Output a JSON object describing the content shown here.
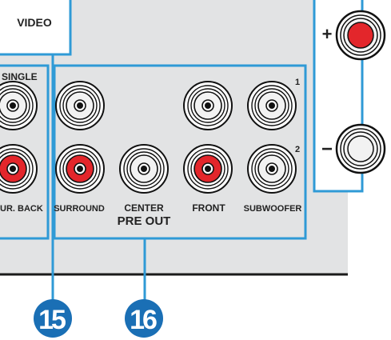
{
  "panel": {
    "video_label": "VIDEO",
    "single_label": "SINGLE",
    "sur_back_label": "UR. BACK",
    "plus_label": "+",
    "minus_label": "−"
  },
  "pre_out": {
    "group_label": "PRE OUT",
    "row1_number": "1",
    "row2_number": "2",
    "jacks": {
      "surround": "SURROUND",
      "center": "CENTER",
      "front": "FRONT",
      "subwoofer": "SUBWOOFER"
    }
  },
  "callouts": [
    "15",
    "16"
  ],
  "colors": {
    "panel": "#e2e3e4",
    "panel_edge": "#1a1a1a",
    "highlight": "#2f9ad6",
    "callout": "#1a6fb5",
    "jack_red": "#e3262b",
    "jack_white": "#f2f2f2"
  }
}
